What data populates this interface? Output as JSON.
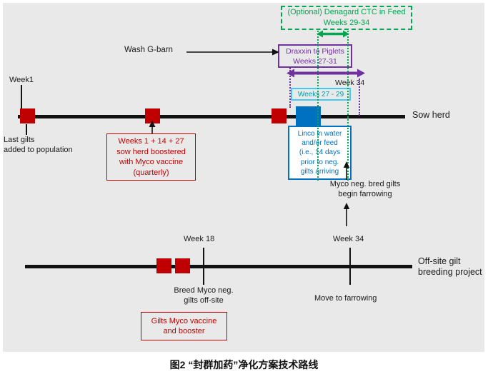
{
  "colors": {
    "green": "#00a651",
    "purple": "#7030a0",
    "blue": "#0070c0",
    "cyan_border": "#44c8f5",
    "teal_text": "#00a0a8",
    "red": "#c00000",
    "background": "#e9e9e9"
  },
  "top": {
    "optional_feed_box": [
      "(Optional) Denagard CTC in Feed",
      "Weeks 29-34"
    ],
    "wash_label": "Wash G-barn",
    "draxxin_box": [
      "Draxxin to Piglets",
      "Weeks 27-31"
    ],
    "week34_label": "Week 34",
    "weeks_27_29_box": "Weeks 27 - 29"
  },
  "sow_timeline": {
    "week1_label": "Week1",
    "herd_label": "Sow herd",
    "last_gilts_note": [
      "Last gilts",
      "added to population"
    ],
    "myco_vaccine_box": [
      "Weeks 1 + 14 + 27",
      "sow herd boostered",
      "with Myco vaccine",
      "(quarterly)"
    ],
    "linco_box": [
      "Linco in water",
      "and/or feed",
      "(i.e., 14 days",
      "prior to neg.",
      "gilts arriving"
    ],
    "farrowing_note": [
      "Myco neg. bred gilts",
      "begin farrowing"
    ]
  },
  "gilt_timeline": {
    "week18_label": "Week 18",
    "week34_label": "Week 34",
    "project_label": [
      "Off-site gilt",
      "breeding project"
    ],
    "breed_note": [
      "Breed Myco neg.",
      "gilts off-site"
    ],
    "move_note": "Move to farrowing",
    "gilts_vaccine_box": [
      "Gilts Myco vaccine",
      "and booster"
    ]
  },
  "caption": "图2  “封群加药”净化方案技术路线"
}
